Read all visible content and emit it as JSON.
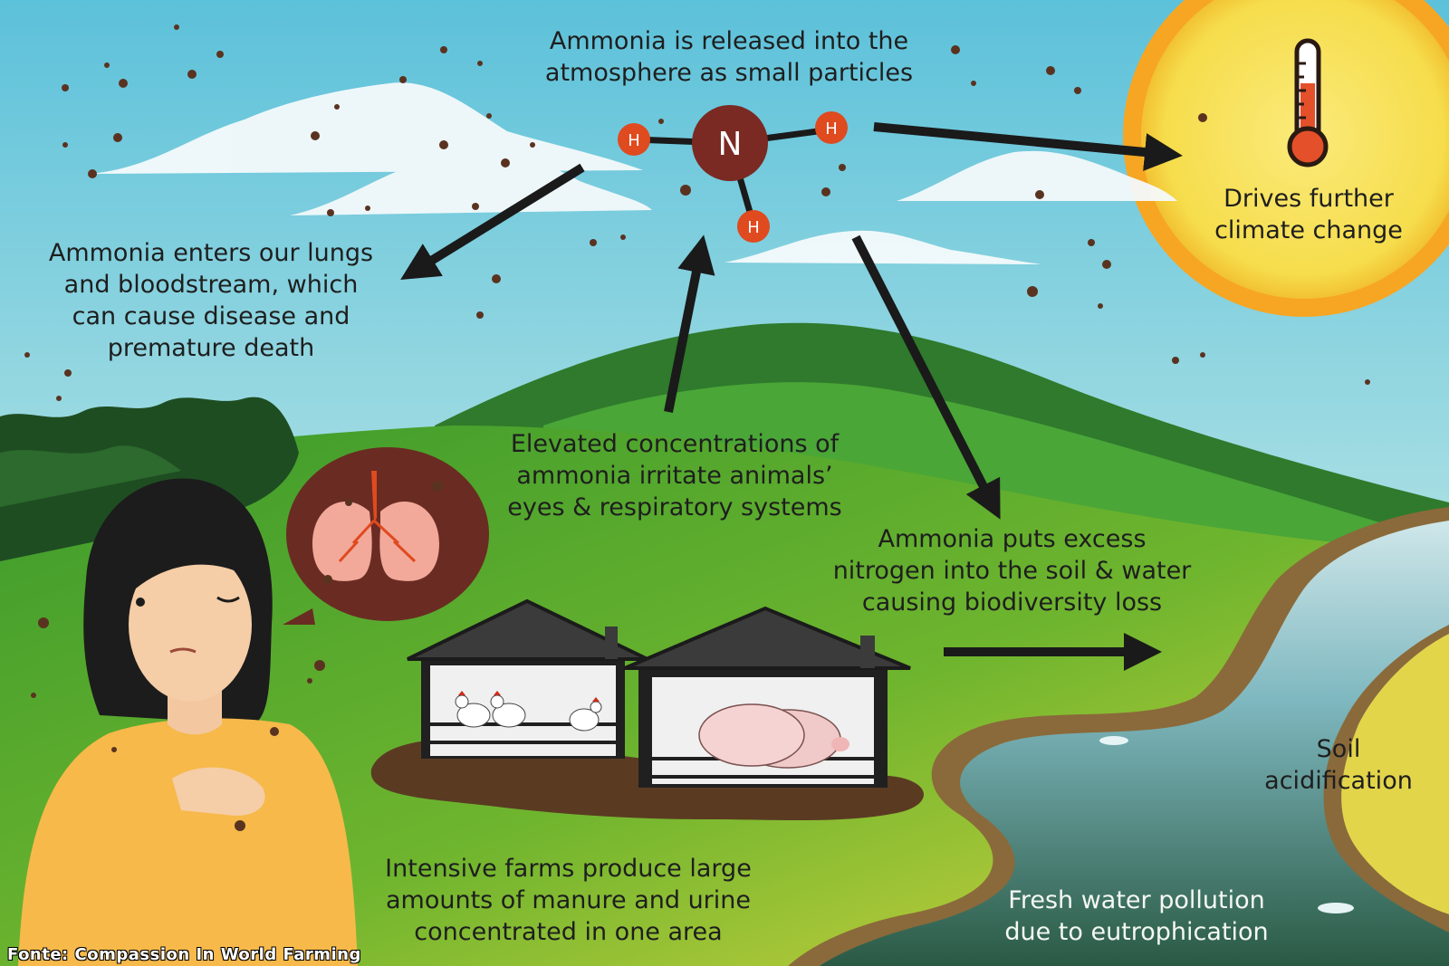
{
  "molecule": {
    "center": "N",
    "atoms": [
      "H",
      "H",
      "H"
    ]
  },
  "labels": {
    "atmosphere": [
      "Ammonia is released into the",
      "atmosphere as small particles"
    ],
    "climate": [
      "Drives further",
      "climate change"
    ],
    "lungs": [
      "Ammonia enters our lungs",
      "and bloodstream, which",
      "can cause disease and",
      "premature death"
    ],
    "animals": [
      "Elevated concentrations of",
      "ammonia irritate animals’",
      "eyes & respiratory systems"
    ],
    "soil_water": [
      "Ammonia puts excess",
      "nitrogen into the soil & water",
      "causing biodiversity loss"
    ],
    "acidification": [
      "Soil",
      "acidification"
    ],
    "farms": [
      "Intensive farms produce large",
      "amounts of manure and urine",
      "concentrated in one area"
    ],
    "water_pollution": [
      "Fresh water pollution",
      "due to eutrophication"
    ]
  },
  "credit": "Fonte: Compassion In World Farming",
  "colors": {
    "sky_top": "#5fc3dc",
    "sky_light": "#bfe6e4",
    "sun": "#f9e25a",
    "sun_ring": "#f6a623",
    "hill_dark": "#2f7a2c",
    "grass": "#3f9d2f",
    "meadow": "#d7d844",
    "river": "#6faeb8",
    "mud": "#5a3b22",
    "nitrogen_atom": "#7a2a22",
    "hydrogen_atom": "#e04a1f",
    "arrow": "#1a1a1a",
    "shirt": "#f6b94a",
    "bubble": "#6a2c22"
  },
  "icons": [
    "thermometer-icon",
    "lungs-icon",
    "chicken-icon",
    "pig-icon",
    "ammonia-molecule-icon"
  ]
}
